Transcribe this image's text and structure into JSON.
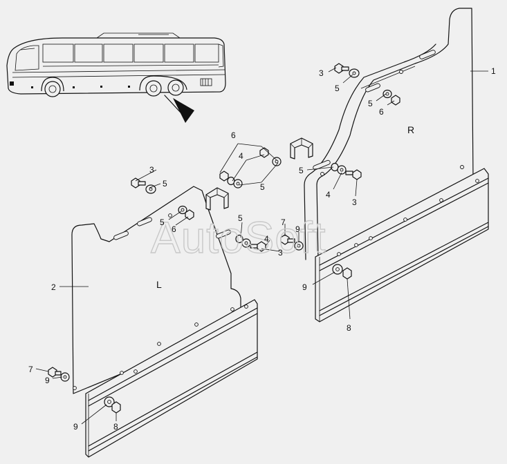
{
  "watermark": "AutoSoft",
  "side_labels": {
    "right": "R",
    "left": "L"
  },
  "callouts": [
    {
      "id": "c1",
      "text": "1"
    },
    {
      "id": "c2",
      "text": "2"
    },
    {
      "id": "c3a",
      "text": "3"
    },
    {
      "id": "c5a",
      "text": "5"
    },
    {
      "id": "c5b",
      "text": "5"
    },
    {
      "id": "c6a",
      "text": "6"
    },
    {
      "id": "c6b",
      "text": "6"
    },
    {
      "id": "c4a",
      "text": "4"
    },
    {
      "id": "c5c",
      "text": "5"
    },
    {
      "id": "c5d",
      "text": "5"
    },
    {
      "id": "c4b",
      "text": "4"
    },
    {
      "id": "c3b",
      "text": "3"
    },
    {
      "id": "c3c",
      "text": "3"
    },
    {
      "id": "c5e",
      "text": "5"
    },
    {
      "id": "c5f",
      "text": "5"
    },
    {
      "id": "c6c",
      "text": "6"
    },
    {
      "id": "c5g",
      "text": "5"
    },
    {
      "id": "c7a",
      "text": "7"
    },
    {
      "id": "c4c",
      "text": "4"
    },
    {
      "id": "c3d",
      "text": "3"
    },
    {
      "id": "c9a",
      "text": "9"
    },
    {
      "id": "c9b",
      "text": "9"
    },
    {
      "id": "c8a",
      "text": "8"
    },
    {
      "id": "c7b",
      "text": "7"
    },
    {
      "id": "c9c",
      "text": "9"
    },
    {
      "id": "c9d",
      "text": "9"
    },
    {
      "id": "c8b",
      "text": "8"
    }
  ]
}
